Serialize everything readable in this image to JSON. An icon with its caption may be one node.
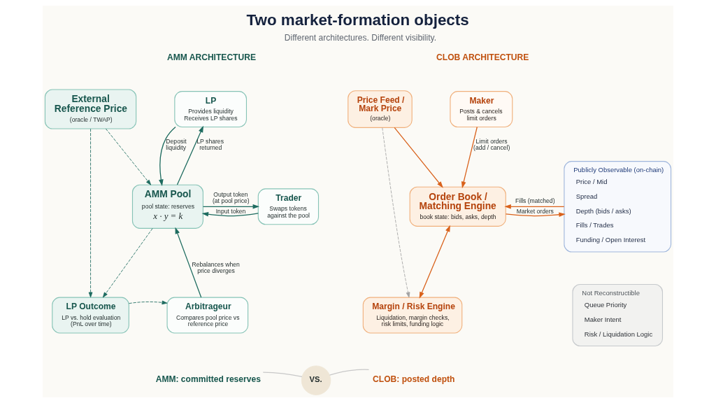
{
  "diagram": {
    "title": "Two market-formation objects",
    "caption": "Different architectures. Different visibility.",
    "nodes": [
      {
        "text": [
          "LP",
          "Provides liquidity Receives LP shares"
        ]
      },
      {
        "text": [
          "External Reference Price",
          "(oracle / TWAP)"
        ]
      },
      {
        "text": [
          "AMM Pool",
          "pool state: reserves",
          "x · y = k"
        ]
      },
      {
        "text": [
          "Trader",
          "Swaps tokens against the pool"
        ]
      },
      {
        "text": [
          "LP Outcome",
          "LP vs. hold evaluation (PnL over time)"
        ]
      },
      {
        "text": [
          "Arbitrageur",
          "Compares pool price vs reference price"
        ]
      },
      {
        "text": [
          "Maker",
          "Posts & cancels limit orders"
        ]
      },
      {
        "text": [
          "Price Feed / Mark Price",
          "(oracle)"
        ]
      },
      {
        "text": [
          "Order Book / Matching Engine",
          "book state: bids, asks, depth"
        ]
      },
      {
        "text": [
          "Publicly Observable (on-chain)",
          "Price / Mid",
          "Spread",
          "Depth (bids / asks)",
          "Fills / Trades",
          "Funding / Open Interest"
        ]
      },
      {
        "text": [
          "Margin / Risk Engine",
          "Liquidation, margin checks, risk limits, funding logic"
        ]
      },
      {
        "text": [
          "Not Reconstructible",
          "Queue Priority",
          "Maker Intent",
          "Risk / Liquidation Logic"
        ]
      },
      {
        "text": [
          "AMM: committed reserves"
        ]
      },
      {
        "text": [
          "VS."
        ]
      },
      {
        "text": [
          "CLOB: posted depth"
        ]
      }
    ],
    "edges": [
      {
        "from": 0,
        "to": 2,
        "arrow": "to",
        "label": "Deposit liquidity"
      },
      {
        "from": 2,
        "to": 0,
        "arrow": "to",
        "label": "LP shares returned"
      },
      {
        "from": 1,
        "to": 2,
        "arrow": "to",
        "style": "dashed"
      },
      {
        "from": 1,
        "to": 4,
        "arrow": "to",
        "style": "dashed"
      },
      {
        "from": 2,
        "to": 4,
        "arrow": "to",
        "style": "dashed"
      },
      {
        "from": 3,
        "to": 2,
        "arrow": "to",
        "label": "Input token"
      },
      {
        "from": 2,
        "to": 3,
        "arrow": "to",
        "label": "Output token (at pool price)"
      },
      {
        "from": 5,
        "to": 2,
        "arrow": "to",
        "label": "Rebalances when price diverges"
      },
      {
        "from": 4,
        "to": 5,
        "arrow": "to",
        "style": "dashed"
      },
      {
        "from": 6,
        "to": 8,
        "arrow": "to",
        "label": "Limit orders (add / cancel)",
        "color": "#d9621c"
      },
      {
        "from": 7,
        "to": 8,
        "arrow": "to",
        "color": "#d9621c"
      },
      {
        "from": 7,
        "to": 10,
        "arrow": "to",
        "style": "dashed",
        "color": "#a3a3a3"
      },
      {
        "from": 8,
        "to": 9,
        "arrow": "to",
        "label": "Market orders",
        "color": "#d9621c"
      },
      {
        "from": 9,
        "to": 8,
        "arrow": "to",
        "label": "Fills (matched)",
        "color": "#d9621c"
      },
      {
        "from": 8,
        "to": 10,
        "arrow": "both",
        "color": "#d9621c"
      },
      {
        "from": 12,
        "to": 13,
        "arrow": "none",
        "color": "#c8c8c8"
      },
      {
        "from": 13,
        "to": 14,
        "arrow": "none",
        "color": "#c8c8c8"
      }
    ],
    "labels": [
      "AMM ARCHITECTURE",
      "CLOB ARCHITECTURE"
    ]
  }
}
